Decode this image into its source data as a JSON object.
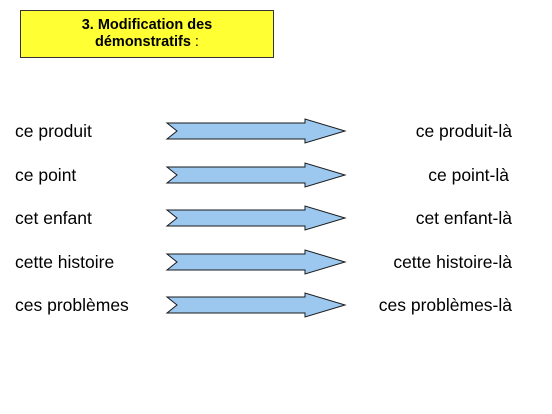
{
  "title": {
    "line1": "3. Modification des",
    "line2": "démonstratifs",
    "colon": " :"
  },
  "colors": {
    "title_background": "#ffff33",
    "arrow_fill": "#9cc8f0",
    "arrow_stroke": "#1a1a1a"
  },
  "rows": [
    {
      "left": "ce produit",
      "right": "ce produit-là"
    },
    {
      "left": "ce point",
      "right": "ce point-là"
    },
    {
      "left": "cet enfant",
      "right": "cet enfant-là"
    },
    {
      "left": "cette histoire",
      "right": "cette histoire-là"
    },
    {
      "left": "ces problèmes",
      "right": "ces problèmes-là"
    }
  ]
}
